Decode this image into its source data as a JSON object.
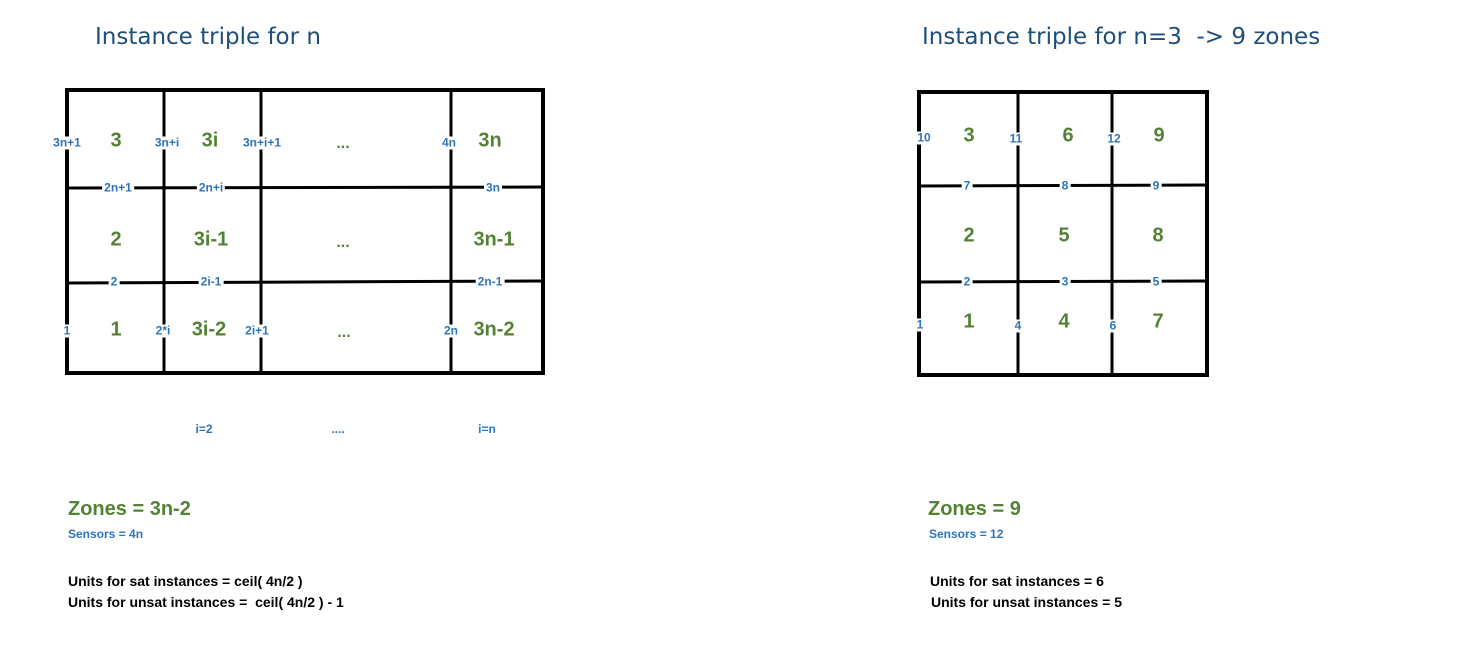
{
  "left": {
    "title": "Instance triple for n",
    "zones": {
      "r1c1": "3",
      "r1c2": "3i",
      "r1c3": "...",
      "r1c4": "3n",
      "r2c1": "2",
      "r2c2": "3i-1",
      "r2c3": "...",
      "r2c4": "3n-1",
      "r3c1": "1",
      "r3c2": "3i-2",
      "r3c3": "...",
      "r3c4": "3n-2"
    },
    "sensors": {
      "top_3n1": "3n+1",
      "top_3ni": "3n+i",
      "top_3ni1": "3n+i+1",
      "top_4n": "4n",
      "h1_2n1": "2n+1",
      "h1_2ni": "2n+i",
      "h1_3n": "3n",
      "h2_2": "2",
      "h2_2i1": "2i-1",
      "h2_2n1": "2n-1",
      "bot_1": "1",
      "bot_2i": "2*i",
      "bot_2i1": "2i+1",
      "bot_2n": "2n"
    },
    "indices": {
      "i2": "i=2",
      "dots": "....",
      "in": "i=n"
    },
    "summary": {
      "zones": "Zones = 3n-2",
      "sensors": "Sensors = 4n",
      "units_sat": "Units for sat instances = ceil( 4n/2 )",
      "units_unsat": "Units for unsat instances =  ceil( 4n/2 ) - 1"
    }
  },
  "right": {
    "title": "Instance triple for n=3  -> 9 zones",
    "zones": {
      "r1c1": "3",
      "r1c2": "6",
      "r1c3": "9",
      "r2c1": "2",
      "r2c2": "5",
      "r2c3": "8",
      "r3c1": "1",
      "r3c2": "4",
      "r3c3": "7"
    },
    "sensors": {
      "top_10": "10",
      "top_11": "11",
      "top_12": "12",
      "h1_7": "7",
      "h1_8": "8",
      "h1_9": "9",
      "h2_2": "2",
      "h2_3": "3",
      "h2_5": "5",
      "bot_1": "1",
      "bot_4": "4",
      "bot_6": "6"
    },
    "summary": {
      "zones": "Zones = 9",
      "sensors": "Sensors = 12",
      "units_sat": "Units for sat instances = 6",
      "units_unsat": "Units for unsat instances = 5"
    }
  },
  "colors": {
    "zone": "#548235",
    "sensor": "#2e75b6",
    "title": "#1f4e79",
    "line": "#000000"
  }
}
